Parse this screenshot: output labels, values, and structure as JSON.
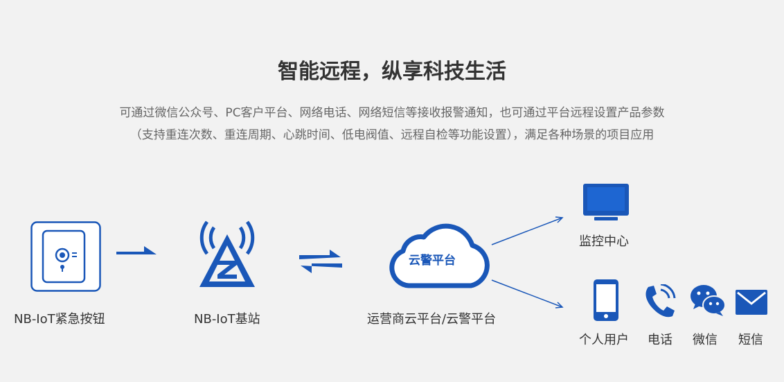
{
  "heading": "智能远程，纵享科技生活",
  "description": {
    "line1": "可通过微信公众号、PC客户平台、网络电话、网络短信等接收报警通知，也可通过平台远程设置产品参数",
    "line2": "（支持重连次数、重连周期、心跳时间、低电阀值、远程自检等功能设置），满足各种场景的项目应用"
  },
  "nodes": {
    "button": {
      "label": "NB-IoT紧急按钮"
    },
    "station": {
      "label": "NB-IoT基站"
    },
    "cloud": {
      "label": "运营商云平台/云警平台",
      "inner_text": "云警平台"
    },
    "monitor": {
      "label": "监控中心"
    },
    "user": {
      "label": "个人用户"
    },
    "phone": {
      "label": "电话"
    },
    "wechat": {
      "label": "微信"
    },
    "sms": {
      "label": "短信"
    }
  },
  "colors": {
    "accent": "#1a57b8",
    "text": "#333333",
    "muted": "#666666"
  }
}
